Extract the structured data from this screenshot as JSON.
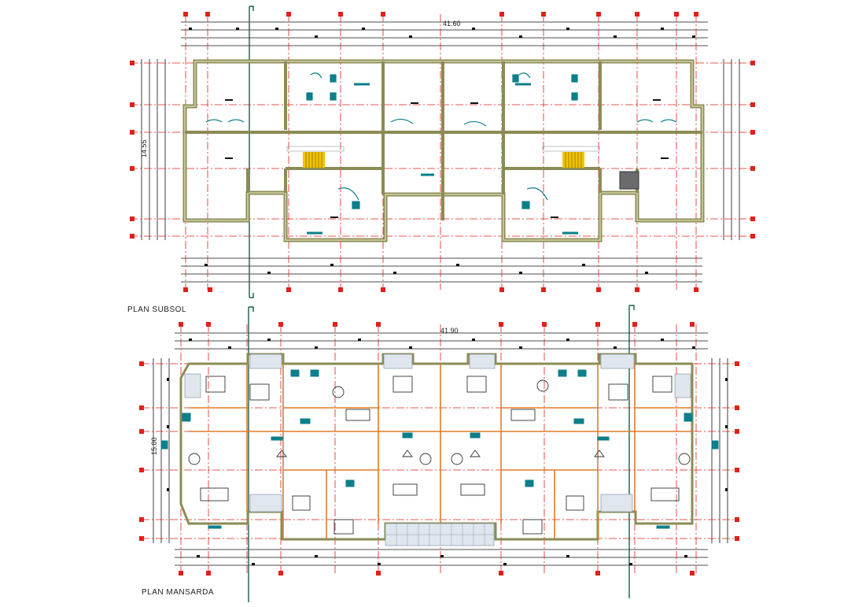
{
  "plans": [
    {
      "title": "PLAN SUBSOL",
      "width_dim": "41.60",
      "depth_dim": "14.55"
    },
    {
      "title": "PLAN MANSARDA",
      "width_dim": "41.90",
      "depth_dim": "15.00"
    }
  ],
  "colors": {
    "wall": "#8b8b55",
    "wall_fill": "#d8d8b0",
    "grid_axis": "#e0201a",
    "dim_line": "#111111",
    "fixture": "#0b7f8a",
    "stair": "#f2c300",
    "partition": "#e07b2a",
    "furniture": "#333333"
  }
}
